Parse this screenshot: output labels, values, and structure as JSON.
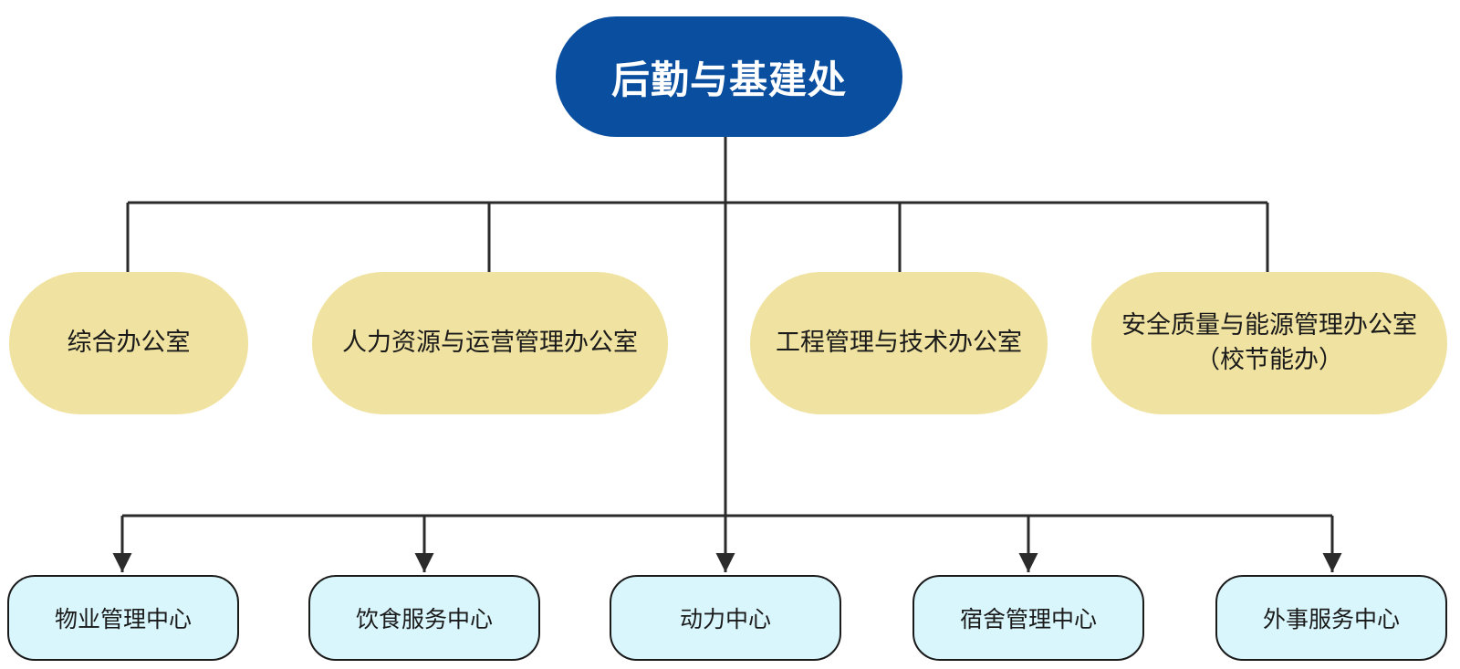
{
  "root": {
    "label": "后勤与基建处"
  },
  "offices": [
    {
      "label": "综合办公室"
    },
    {
      "label": "人力资源与运营管理办公室"
    },
    {
      "label": "工程管理与技术办公室"
    },
    {
      "label": "安全质量与能源管理办公室",
      "sub_label": "（校节能办）"
    }
  ],
  "centers": [
    {
      "label": "物业管理中心"
    },
    {
      "label": "饮食服务中心"
    },
    {
      "label": "动力中心"
    },
    {
      "label": "宿舍管理中心"
    },
    {
      "label": "外事服务中心"
    }
  ],
  "colors": {
    "root_fill": "#0a4e9f",
    "office_fill": "#f0e2a0",
    "center_fill": "#d9f6fd",
    "connector": "#2b2b2b"
  }
}
